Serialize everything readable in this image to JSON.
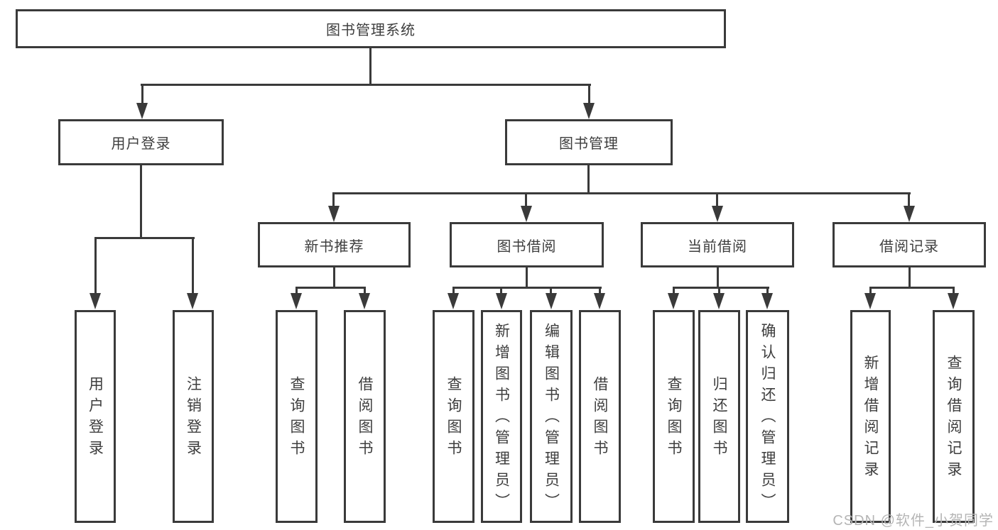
{
  "diagram": {
    "root": {
      "label": "图书管理系统"
    },
    "branches": [
      {
        "label": "用户登录",
        "children": [
          {
            "label": "用户登录"
          },
          {
            "label": "注销登录"
          }
        ]
      },
      {
        "label": "图书管理",
        "children": [
          {
            "label": "新书推荐",
            "children": [
              {
                "label": "查询图书"
              },
              {
                "label": "借阅图书"
              }
            ]
          },
          {
            "label": "图书借阅",
            "children": [
              {
                "label": "查询图书"
              },
              {
                "label": "新增图书（管理员）"
              },
              {
                "label": "编辑图书（管理员）"
              },
              {
                "label": "借阅图书"
              }
            ]
          },
          {
            "label": "当前借阅",
            "children": [
              {
                "label": "查询图书"
              },
              {
                "label": "归还图书"
              },
              {
                "label": "确认归还（管理员）"
              }
            ]
          },
          {
            "label": "借阅记录",
            "children": [
              {
                "label": "新增借阅记录"
              },
              {
                "label": "查询借阅记录"
              }
            ]
          }
        ]
      }
    ]
  },
  "watermark": {
    "text": "CSDN @软件_小贺同学"
  },
  "colors": {
    "line": "#3a3a3a",
    "text": "#3e3e3e",
    "watermark": "#b5b5b5",
    "background": "#ffffff"
  }
}
